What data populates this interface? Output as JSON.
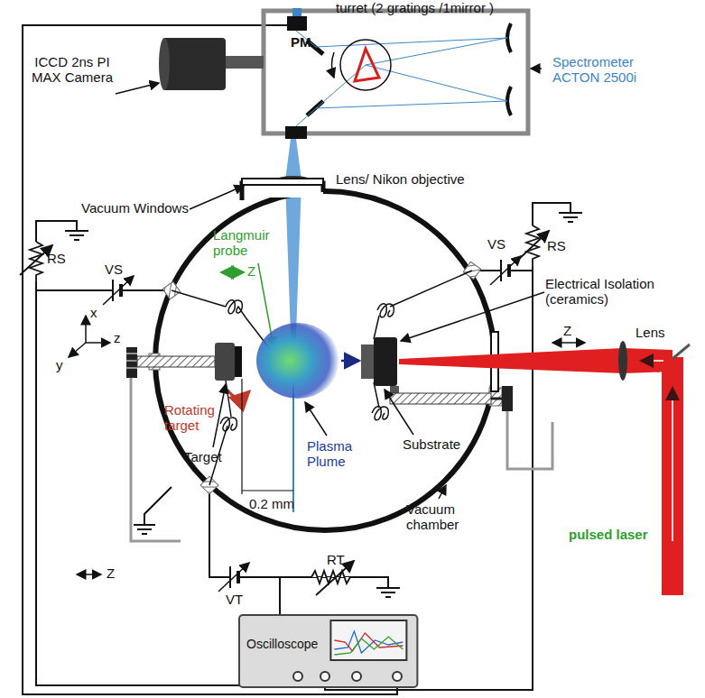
{
  "diagram": {
    "nodes": [
      {
        "text": [
          "Oscilloscope"
        ]
      }
    ],
    "labels": [
      "PM",
      "turret (2 gratings /1mirror )",
      "ICCD 2ns PI MAX Camera",
      "Spectrometer ACTON 2500i",
      "Lens/ Nikon objective",
      "Vacuum Windows",
      "RS",
      "VS",
      "VS",
      "RS",
      "Langmuir probe",
      "Z",
      "Electrical Isolation (ceramics)",
      "x",
      "y",
      "z",
      "Rotating target",
      "Target",
      "Substrate",
      "Plasma Plume",
      "0.2 mm",
      "Vacuum chamber",
      "Z",
      "Lens",
      "pulsed laser",
      "Z",
      "VT",
      "RT"
    ]
  }
}
